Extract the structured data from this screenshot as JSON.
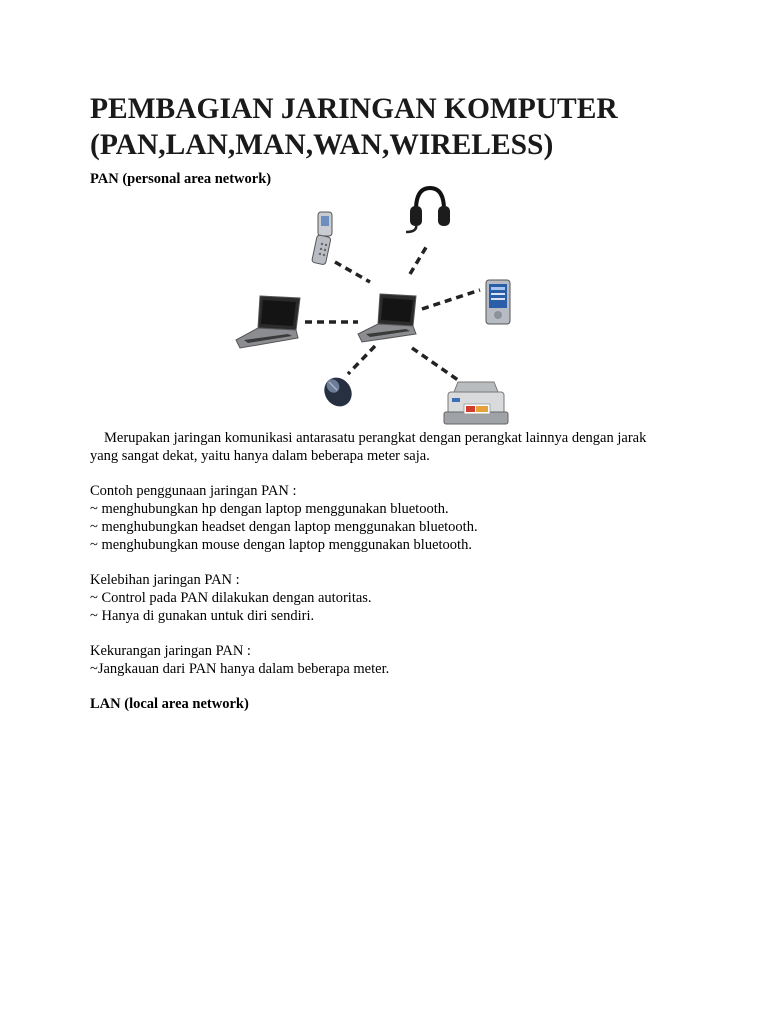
{
  "title": {
    "line1": "PEMBAGIAN JARINGAN KOMPUTER",
    "line2": "(PAN,LAN,MAN,WAN,WIRELESS)"
  },
  "pan": {
    "heading": "PAN (personal area network)",
    "figure": {
      "center_device": "laptop-icon",
      "devices": [
        "phone-icon",
        "headset-icon",
        "pda-icon",
        "laptop-icon",
        "mouse-icon",
        "printer-icon"
      ]
    },
    "description": {
      "line1": "Merupakan jaringan komunikasi antarasatu perangkat dengan perangkat lainnya dengan jarak",
      "line2": "yang sangat dekat, yaitu hanya dalam beberapa meter saja."
    },
    "examples": {
      "heading": "Contoh penggunaan jaringan PAN :",
      "items": [
        "~ menghubungkan hp dengan laptop menggunakan bluetooth.",
        "~ menghubungkan headset dengan laptop menggunakan bluetooth.",
        "~ menghubungkan mouse dengan laptop menggunakan bluetooth."
      ]
    },
    "advantages": {
      "heading": "Kelebihan jaringan PAN :",
      "items": [
        "~ Control pada PAN dilakukan dengan autoritas.",
        "~ Hanya di gunakan untuk diri sendiri."
      ]
    },
    "disadvantages": {
      "heading": "Kekurangan jaringan PAN :",
      "items": [
        "~Jangkauan dari PAN hanya dalam beberapa meter."
      ]
    }
  },
  "lan": {
    "heading": "LAN (local area network)"
  }
}
